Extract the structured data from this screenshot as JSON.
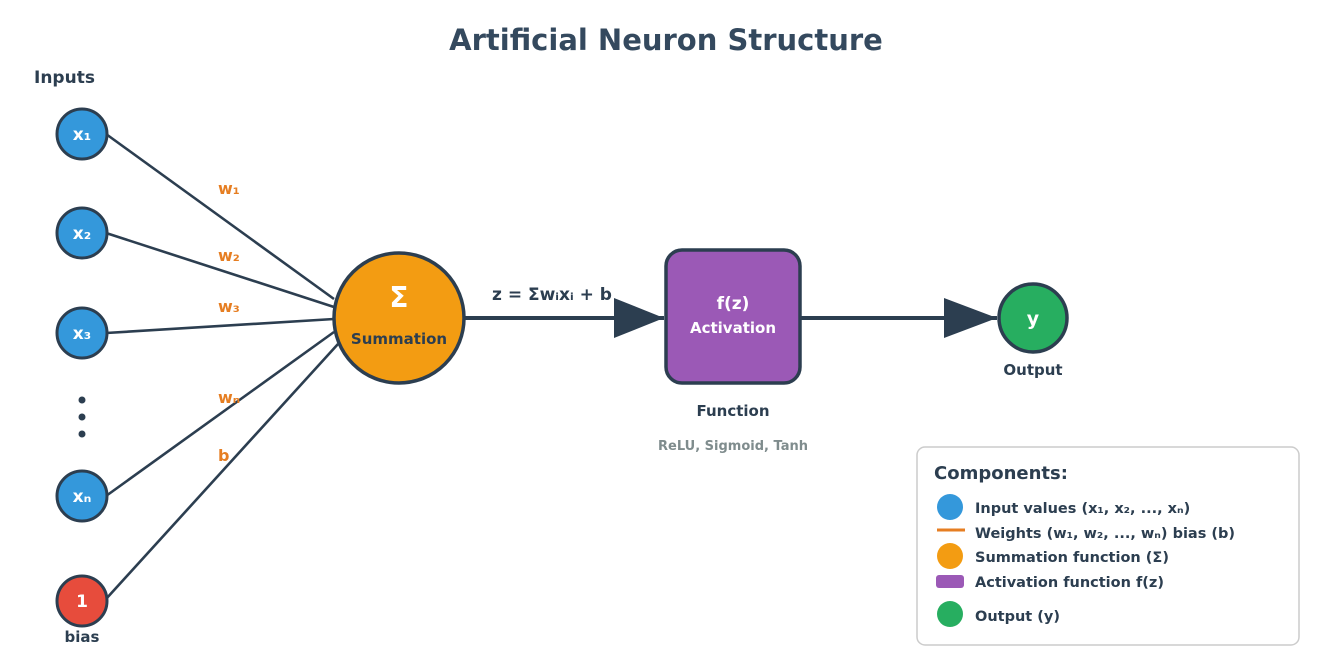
{
  "title": "Artificial Neuron Structure",
  "inputs_header": "Inputs",
  "inputs": [
    {
      "id": "x1",
      "label": "x₁",
      "weight": "w₁"
    },
    {
      "id": "x2",
      "label": "x₂",
      "weight": "w₂"
    },
    {
      "id": "x3",
      "label": "x₃",
      "weight": "w₃"
    },
    {
      "id": "xn",
      "label": "xₙ",
      "weight": "wₙ"
    }
  ],
  "bias": {
    "label": "1",
    "caption": "bias",
    "weight": "b"
  },
  "summation": {
    "symbol": "Σ",
    "label": "Summation"
  },
  "formula": "z = Σwᵢxᵢ + b",
  "activation": {
    "line1": "f(z)",
    "line2": "Activation",
    "caption": "Function",
    "examples": "ReLU, Sigmoid, Tanh"
  },
  "output": {
    "label": "y",
    "caption": "Output"
  },
  "legend": {
    "title": "Components:",
    "items": [
      {
        "swatch": "circle",
        "color": "#3498db",
        "text": "Input values (x₁, x₂, ..., xₙ)"
      },
      {
        "swatch": "line",
        "color": "#e67e22",
        "text": "Weights (w₁, w₂, ..., wₙ) bias (b)"
      },
      {
        "swatch": "circle",
        "color": "#f39c12",
        "text": "Summation function (Σ)"
      },
      {
        "swatch": "rect",
        "color": "#9b59b6",
        "text": "Activation function f(z)"
      },
      {
        "swatch": "circle",
        "color": "#27ae60",
        "text": "Output (y)"
      }
    ]
  },
  "colors": {
    "input": "#3498db",
    "bias": "#e74c3c",
    "summation": "#f39c12",
    "activation": "#9b59b6",
    "output": "#27ae60",
    "stroke": "#2c3e50",
    "weight": "#e67e22"
  }
}
